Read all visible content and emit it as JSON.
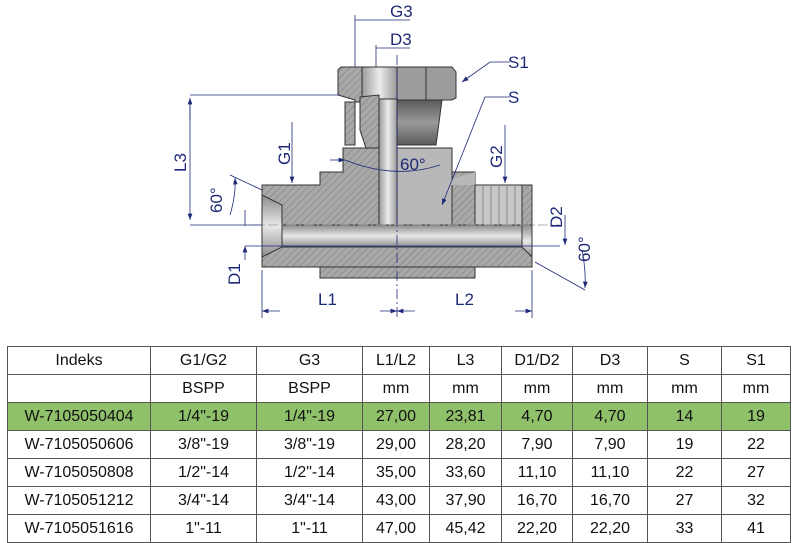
{
  "drawing": {
    "labels": {
      "g3": "G3",
      "d3": "D3",
      "s1": "S1",
      "s": "S",
      "l3": "L3",
      "g1": "G1",
      "g2": "G2",
      "angle_left": "60°",
      "angle_mid": "60°",
      "angle_right": "60°",
      "d1": "D1",
      "d2": "D2",
      "l1": "L1",
      "l2": "L2"
    },
    "colors": {
      "dimension": "#1e2a78",
      "body": "#9a9a9a",
      "section": "#b5b5b5"
    }
  },
  "table": {
    "headers": [
      "Indeks",
      "G1/G2",
      "G3",
      "L1/L2",
      "L3",
      "D1/D2",
      "D3",
      "S",
      "S1"
    ],
    "units": [
      "",
      "BSPP",
      "BSPP",
      "mm",
      "mm",
      "mm",
      "mm",
      "mm",
      "mm"
    ],
    "highlight_color": "#8fc06a",
    "rows": [
      [
        "W-7105050404",
        "1/4\"-19",
        "1/4\"-19",
        "27,00",
        "23,81",
        "4,70",
        "4,70",
        "14",
        "19"
      ],
      [
        "W-7105050606",
        "3/8\"-19",
        "3/8\"-19",
        "29,00",
        "28,20",
        "7,90",
        "7,90",
        "19",
        "22"
      ],
      [
        "W-7105050808",
        "1/2\"-14",
        "1/2\"-14",
        "35,00",
        "33,60",
        "11,10",
        "11,10",
        "22",
        "27"
      ],
      [
        "W-7105051212",
        "3/4\"-14",
        "3/4\"-14",
        "43,00",
        "37,90",
        "16,70",
        "16,70",
        "27",
        "32"
      ],
      [
        "W-7105051616",
        "1\"-11",
        "1\"-11",
        "47,00",
        "45,42",
        "22,20",
        "22,20",
        "33",
        "41"
      ]
    ]
  }
}
